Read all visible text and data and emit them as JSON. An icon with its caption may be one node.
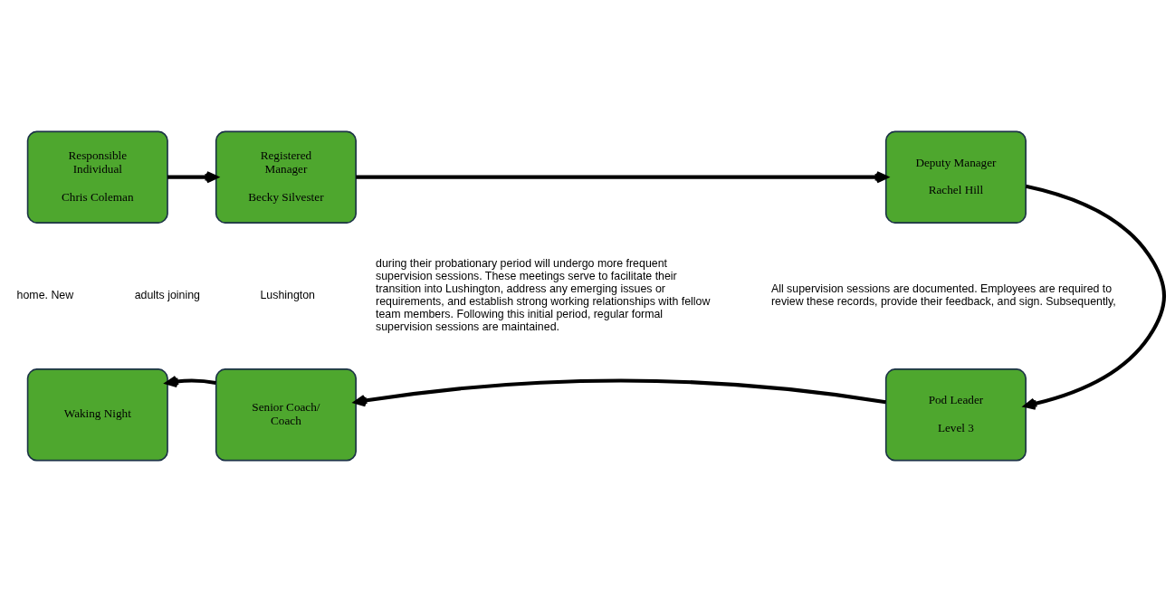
{
  "diagram": {
    "nodes": [
      {
        "text": [
          "Responsible Individual",
          "Chris Coleman"
        ]
      },
      {
        "text": [
          "Registered Manager",
          "Becky Silvester"
        ]
      },
      {
        "text": [
          "Deputy Manager",
          "Rachel Hill"
        ]
      },
      {
        "text": [
          "Pod Leader",
          "Level 3"
        ]
      },
      {
        "text": [
          "Senior Coach/ Coach"
        ]
      },
      {
        "text": [
          "Waking Night"
        ]
      }
    ],
    "edges": [
      {
        "from": 0,
        "to": 1,
        "arrow": "to"
      },
      {
        "from": 1,
        "to": 2,
        "arrow": "to"
      },
      {
        "from": 2,
        "to": 3,
        "arrow": "to"
      },
      {
        "from": 3,
        "to": 4,
        "arrow": "to"
      },
      {
        "from": 4,
        "to": 5,
        "arrow": "to"
      }
    ],
    "labels": [
      "home. New",
      "adults joining",
      "Lushington",
      "during their probationary period will undergo more frequent supervision sessions. These meetings serve to facilitate their transition into Lushington, address any emerging issues or requirements, and establish strong working relationships with fellow team members. Following this initial period, regular formal supervision sessions are maintained.",
      "All supervision sessions are documented. Employees are required to review these records, provide their feedback, and sign. Subsequently,"
    ]
  }
}
